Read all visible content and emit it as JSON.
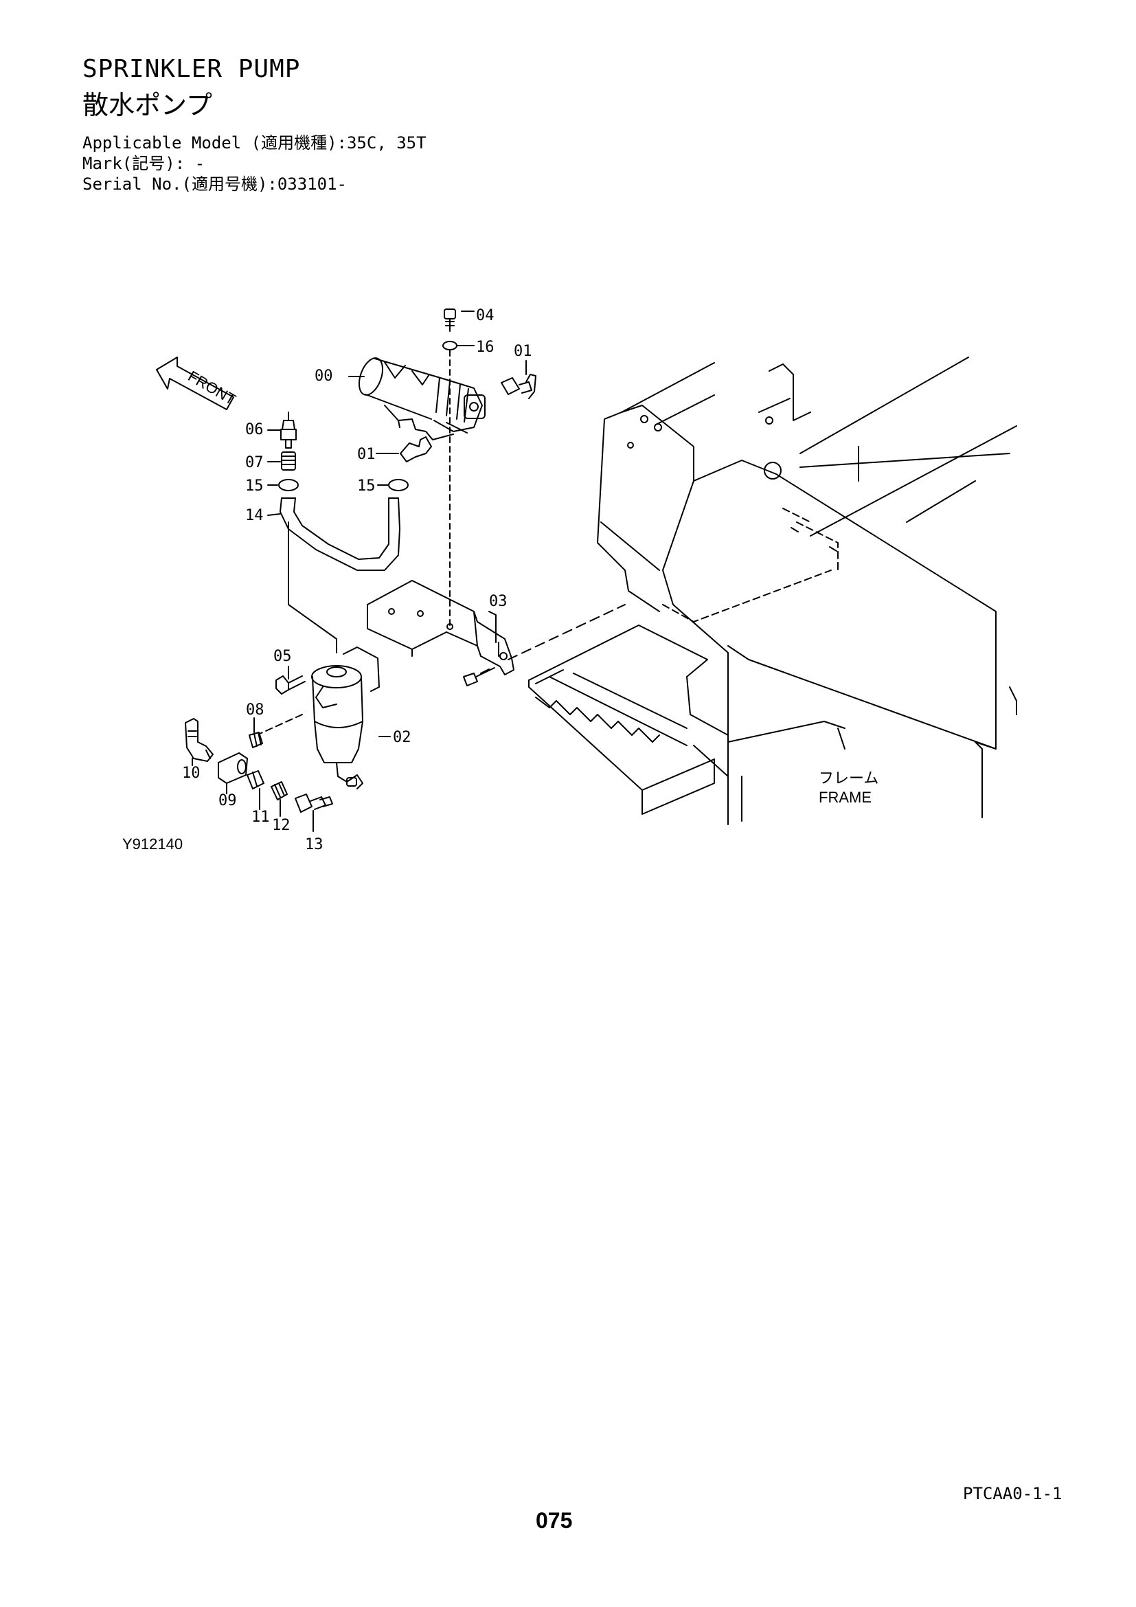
{
  "header": {
    "title_en": "SPRINKLER PUMP",
    "title_jp": "散水ポンプ",
    "applicable_model": "Applicable Model (適用機種):35C, 35T",
    "mark": "Mark(記号): -",
    "serial_no": "Serial No.(適用号機):033101-"
  },
  "diagram": {
    "front_label": "FRONT",
    "frame_label_jp": "フレーム",
    "frame_label_en": "FRAME",
    "figure_id": "Y912140",
    "parts": {
      "p00": "00",
      "p01a": "01",
      "p01b": "01",
      "p02": "02",
      "p03": "03",
      "p04": "04",
      "p05": "05",
      "p06": "06",
      "p07": "07",
      "p08": "08",
      "p09": "09",
      "p10": "10",
      "p11": "11",
      "p12": "12",
      "p13": "13",
      "p14": "14",
      "p15a": "15",
      "p15b": "15",
      "p16": "16"
    }
  },
  "footer": {
    "page_code": "PTCAA0-1-1",
    "page_number": "075"
  }
}
